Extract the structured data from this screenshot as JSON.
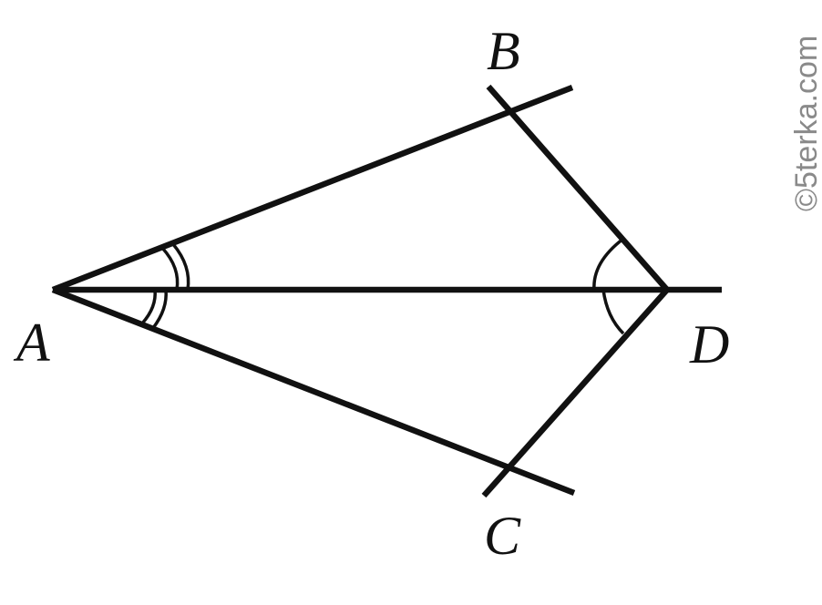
{
  "figure": {
    "points": {
      "A": "A",
      "B": "B",
      "C": "C",
      "D": "D"
    },
    "watermark": "©5terka.com",
    "colors": {
      "ink": "#111111",
      "watermark": "#8a8a8a",
      "background": "#ffffff"
    }
  }
}
